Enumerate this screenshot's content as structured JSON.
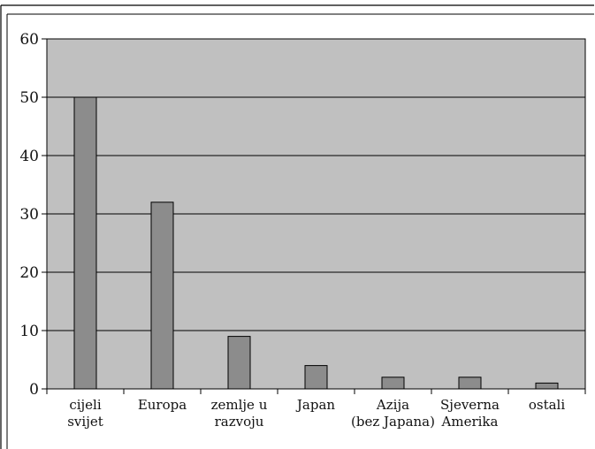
{
  "chart_data": {
    "type": "bar",
    "categories": [
      [
        "cijeli",
        "svijet"
      ],
      [
        "Europa"
      ],
      [
        "zemlje u",
        "razvoju"
      ],
      [
        "Japan"
      ],
      [
        "Azija",
        "(bez Japana)"
      ],
      [
        "Sjeverna",
        "Amerika"
      ],
      [
        "ostali"
      ]
    ],
    "values": [
      50,
      32,
      9,
      4,
      2,
      2,
      1
    ],
    "ylim": [
      0,
      60
    ],
    "yticks": [
      "0",
      "10",
      "20",
      "30",
      "40",
      "50",
      "60"
    ],
    "grid": true,
    "title": "",
    "xlabel": "",
    "ylabel": "",
    "colors": {
      "plot_background": "#c0c0c0",
      "bar_fill": "#8c8c8c",
      "bar_stroke": "#000000",
      "grid": "#000000"
    }
  }
}
